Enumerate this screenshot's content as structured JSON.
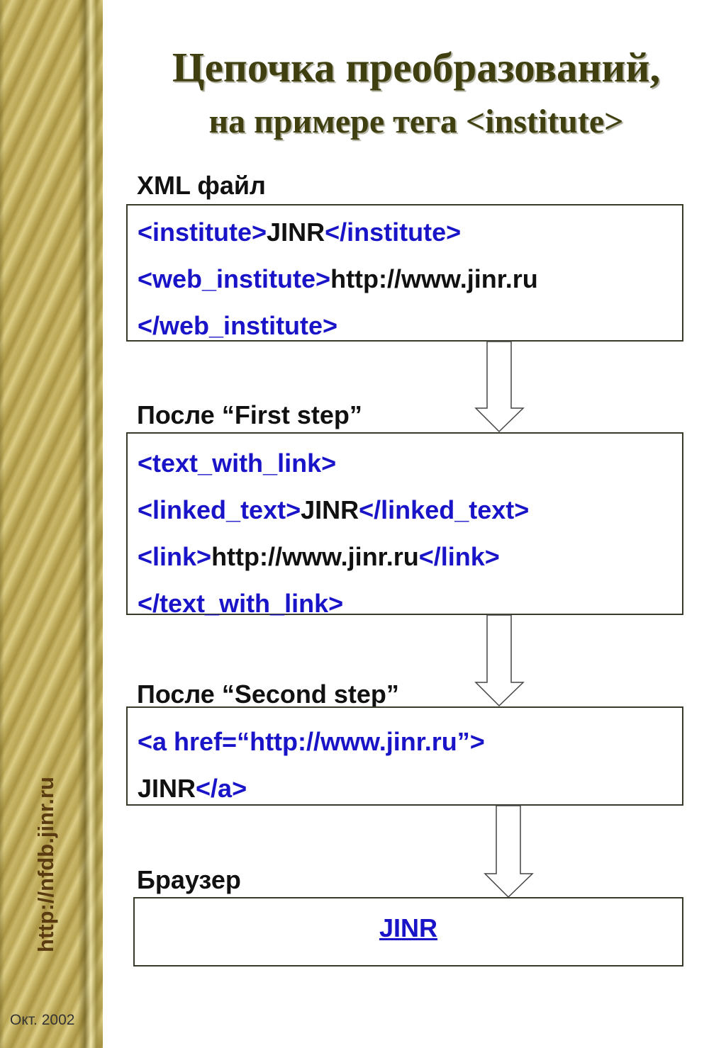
{
  "sidebar": {
    "url": "http://nfdb.jinr.ru",
    "date": "Окт. 2002"
  },
  "title": "Цепочка преобразований,",
  "subtitle": "на примере тега <institute>",
  "sections": [
    {
      "label": "XML файл",
      "lines": [
        [
          {
            "t": "<institute>",
            "k": "tag"
          },
          {
            "t": "JINR",
            "k": "txt"
          },
          {
            "t": "</institute>",
            "k": "tag"
          }
        ],
        [
          {
            "t": "<web_institute>",
            "k": "tag"
          },
          {
            "t": "http://www.jinr.ru",
            "k": "txt"
          }
        ],
        [
          {
            "t": "</web_institute>",
            "k": "tag"
          }
        ]
      ]
    },
    {
      "label": "После “First step”",
      "lines": [
        [
          {
            "t": "<text_with_link>",
            "k": "tag"
          }
        ],
        [
          {
            "t": "<linked_text>",
            "k": "tag"
          },
          {
            "t": "JINR",
            "k": "txt"
          },
          {
            "t": "</linked_text>",
            "k": "tag"
          }
        ],
        [
          {
            "t": "<link>",
            "k": "tag"
          },
          {
            "t": "http://www.jinr.ru",
            "k": "txt"
          },
          {
            "t": "</link>",
            "k": "tag"
          }
        ],
        [
          {
            "t": "</text_with_link>",
            "k": "tag"
          }
        ]
      ]
    },
    {
      "label": "После “Second step”",
      "lines": [
        [
          {
            "t": "<a href=“http://www.jinr.ru”>",
            "k": "tag"
          }
        ],
        [
          {
            "t": "JINR",
            "k": "txt"
          },
          {
            "t": "</a>",
            "k": "tag"
          }
        ]
      ]
    },
    {
      "label": "Браузер",
      "link": "JINR"
    }
  ]
}
